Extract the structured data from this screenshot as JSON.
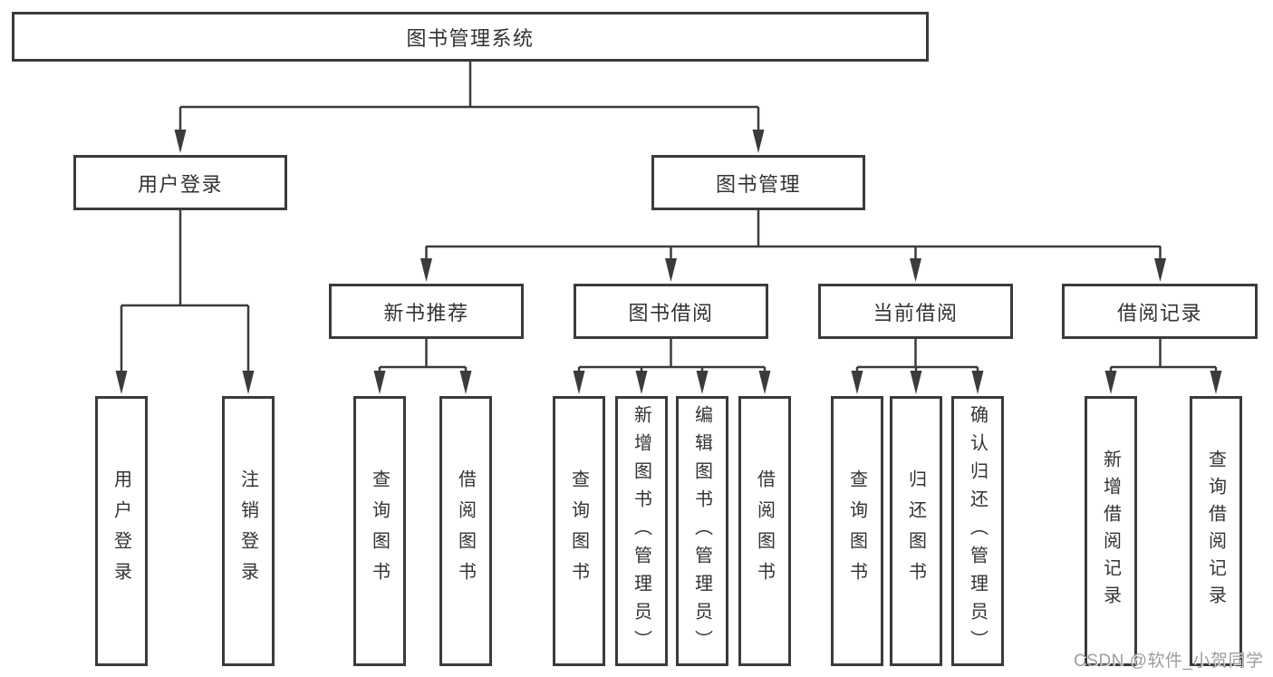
{
  "diagram": {
    "root": {
      "label": "图书管理系统"
    },
    "level2": [
      {
        "label": "用户登录"
      },
      {
        "label": "图书管理"
      }
    ],
    "level3": [
      {
        "label": "新书推荐"
      },
      {
        "label": "图书借阅"
      },
      {
        "label": "当前借阅"
      },
      {
        "label": "借阅记录"
      }
    ],
    "leaves": {
      "user_login": [
        {
          "label": "用户登录"
        },
        {
          "label": "注销登录"
        }
      ],
      "new_book": [
        {
          "label": "查询图书"
        },
        {
          "label": "借阅图书"
        }
      ],
      "book_borrow": [
        {
          "label": "查询图书"
        },
        {
          "label": "新增图书（管理员）"
        },
        {
          "label": "编辑图书（管理员）"
        },
        {
          "label": "借阅图书"
        }
      ],
      "current_borrow": [
        {
          "label": "查询图书"
        },
        {
          "label": "归还图书"
        },
        {
          "label": "确认归还（管理员）"
        }
      ],
      "borrow_record": [
        {
          "label": "新增借阅记录"
        },
        {
          "label": "查询借阅记录"
        }
      ]
    },
    "watermark": "CSDN @软件_小贺同学",
    "colors": {
      "line": "#3b3b3b",
      "text": "#333333",
      "background": "#ffffff",
      "watermark": "#9d9d9d"
    }
  }
}
